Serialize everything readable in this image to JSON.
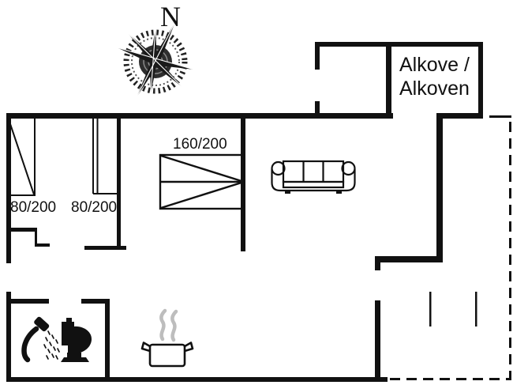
{
  "meta": {
    "type": "floor-plan",
    "orientation_mark": "compass-rose"
  },
  "colors": {
    "wall": "#111111",
    "background": "#ffffff",
    "steam": "#bdbdbd",
    "text": "#111111"
  },
  "compass": {
    "label": "N",
    "icon": "compass-rose-icon"
  },
  "rooms": {
    "alkove": {
      "label_line1": "Alkove /",
      "label_line2": "Alkoven"
    }
  },
  "furniture": {
    "bed_single_left": {
      "label": "80/200",
      "icon": "single-bed-icon"
    },
    "bed_single_right": {
      "label": "80/200",
      "icon": "single-bed-icon"
    },
    "bed_double": {
      "label": "160/200",
      "icon": "double-bed-icon"
    },
    "sofa": {
      "icon": "sofa-icon"
    },
    "shower": {
      "icon": "shower-icon"
    },
    "toilet": {
      "icon": "toilet-icon"
    },
    "stove": {
      "icon": "cooking-pot-icon"
    }
  }
}
